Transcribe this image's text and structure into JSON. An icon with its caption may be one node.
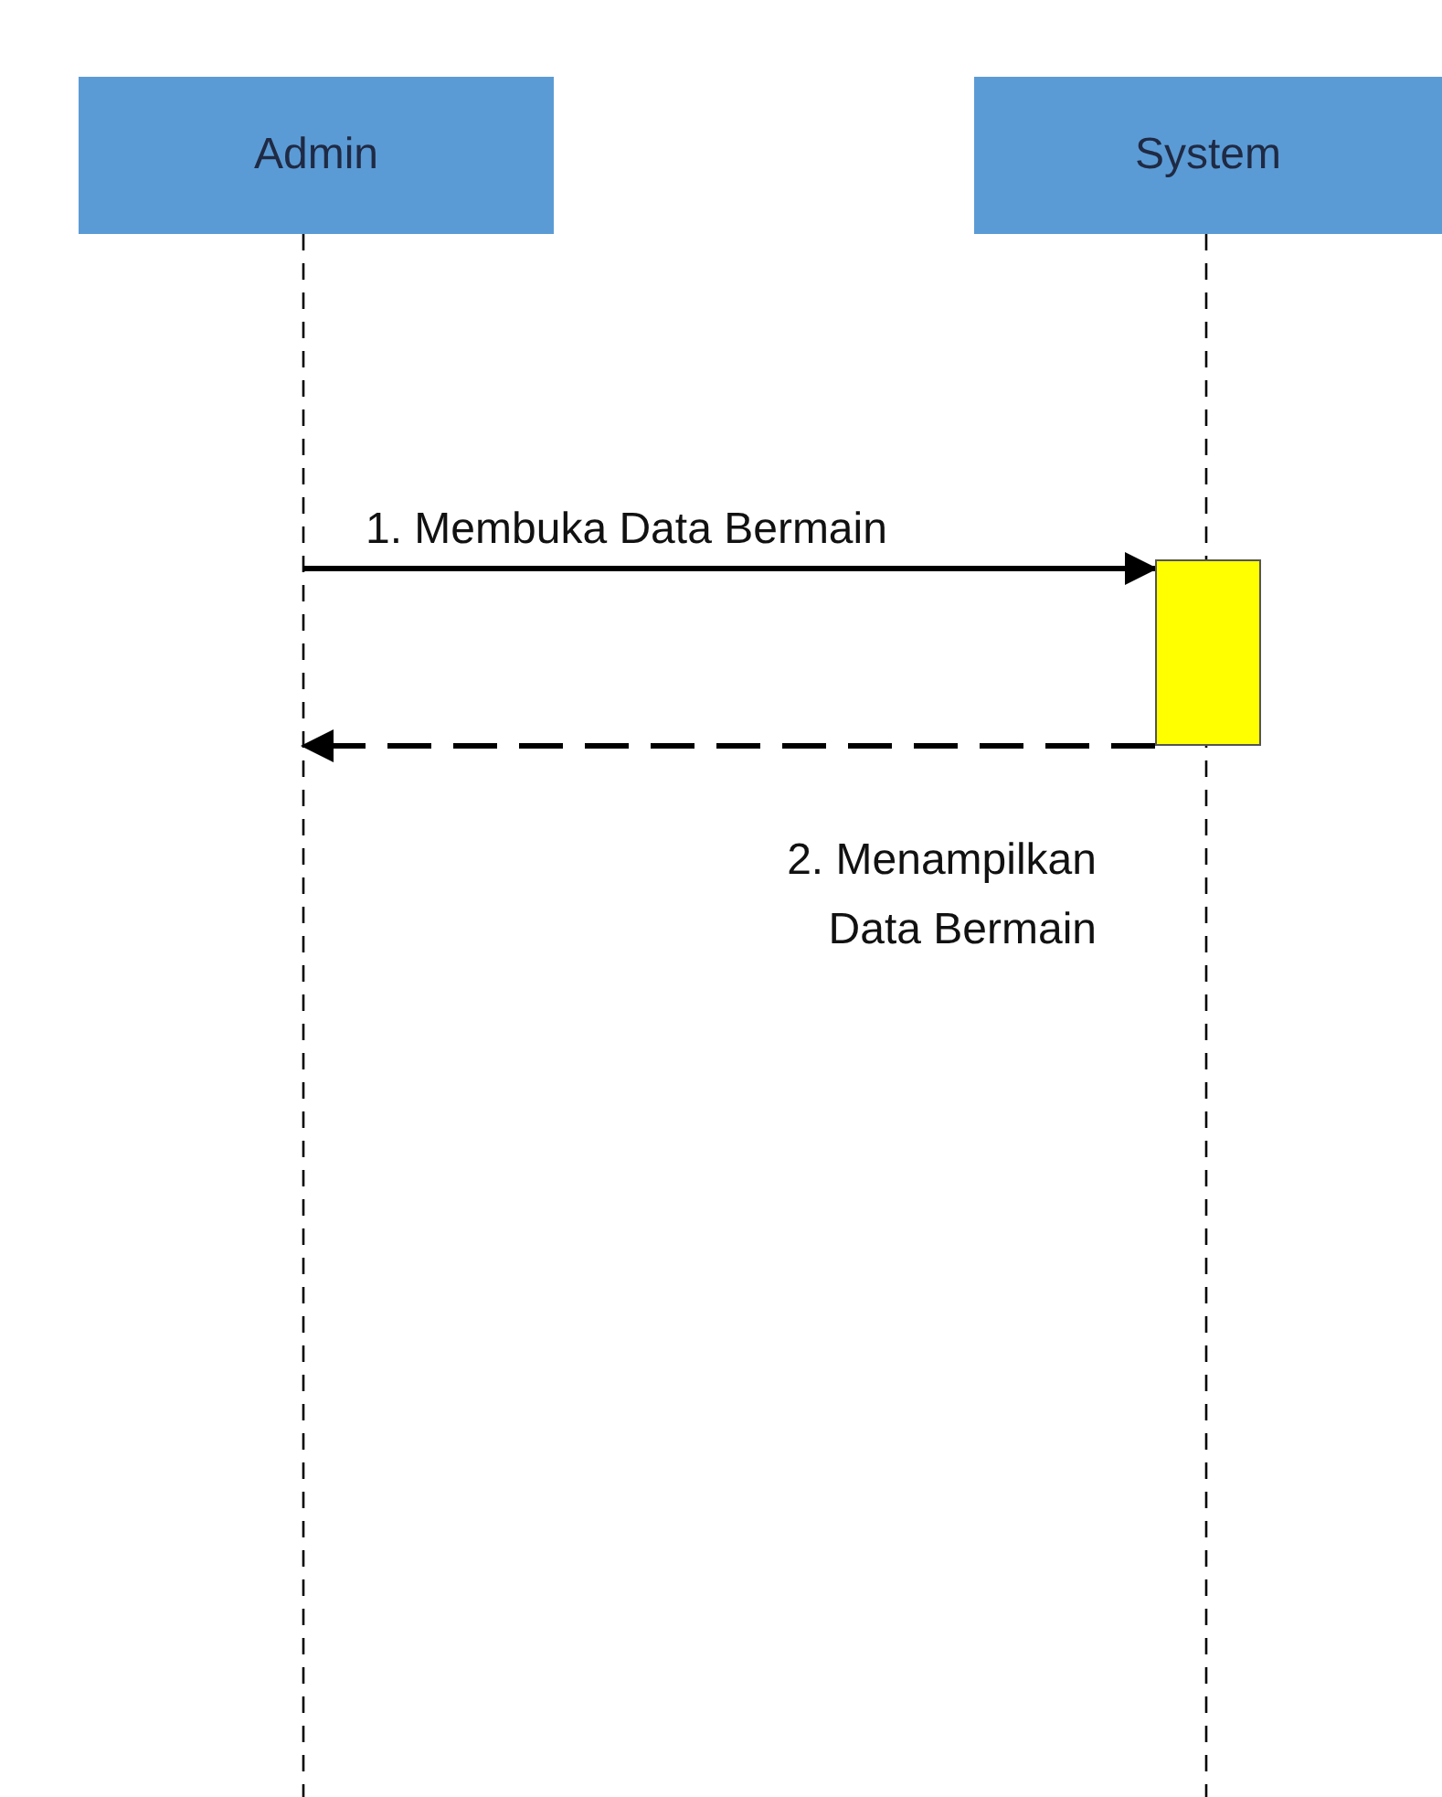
{
  "diagram": {
    "nodes": [
      {
        "text": [
          "Admin"
        ]
      },
      {
        "text": [
          "System"
        ]
      },
      {
        "text": [],
        "shape": "bar"
      }
    ],
    "edges": [
      {
        "from": 0,
        "to": null,
        "arrow": "none",
        "style": "dashed"
      },
      {
        "from": 1,
        "to": null,
        "arrow": "none",
        "style": "dashed"
      },
      {
        "from": null,
        "to": 2,
        "arrow": "to",
        "label": "1. Membuka Data Bermain",
        "style": "thick"
      },
      {
        "from": 2,
        "to": null,
        "arrow": "to",
        "label": "2. Menampilkan Data Bermain",
        "style": "dashed"
      }
    ]
  }
}
